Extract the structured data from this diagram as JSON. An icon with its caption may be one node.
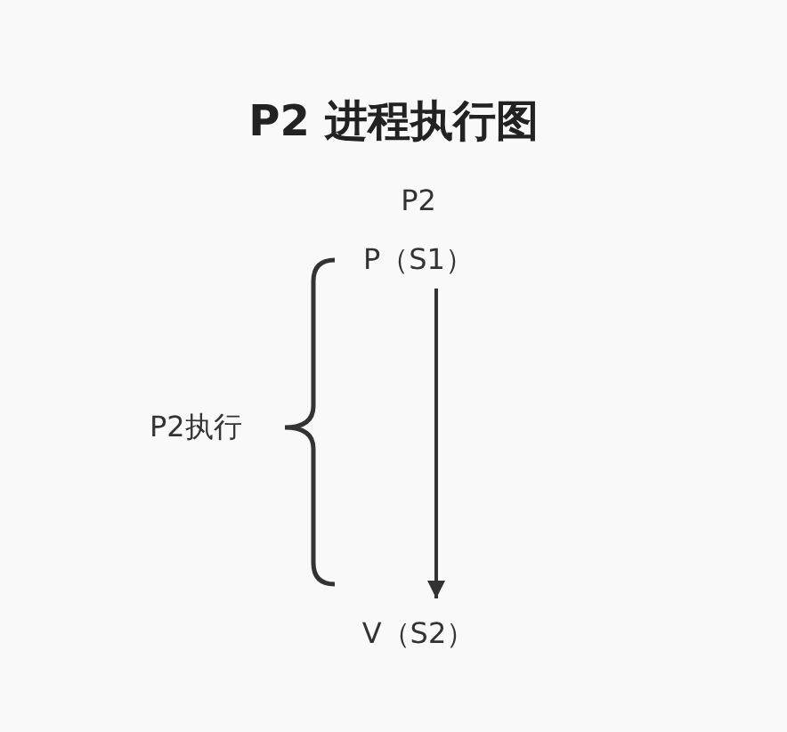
{
  "diagram": {
    "title": "P2 进程执行图",
    "nodes": [
      {
        "text": [
          "P2",
          "P（S1）"
        ]
      },
      {
        "text": [
          "V（S2）"
        ]
      }
    ],
    "edges": [
      {
        "from": 0,
        "to": 1,
        "arrow": "to"
      }
    ],
    "labels": [
      "P2执行"
    ]
  }
}
